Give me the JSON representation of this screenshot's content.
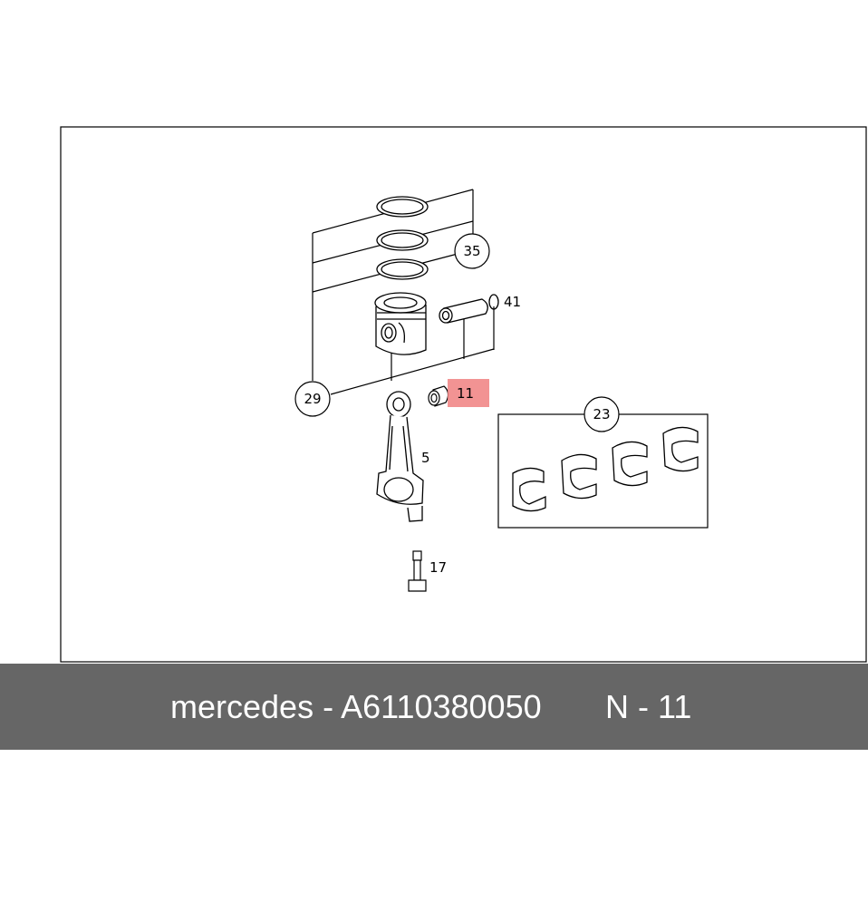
{
  "diagram": {
    "callouts": {
      "c35": "35",
      "c41": "41",
      "c29": "29",
      "c11": "11",
      "c23": "23",
      "c5": "5",
      "c17": "17"
    },
    "highlight_color": "#f08080"
  },
  "footer": {
    "part_text": "mercedes - A6110380050",
    "ref_text": "N - 11",
    "background": "#666666"
  }
}
